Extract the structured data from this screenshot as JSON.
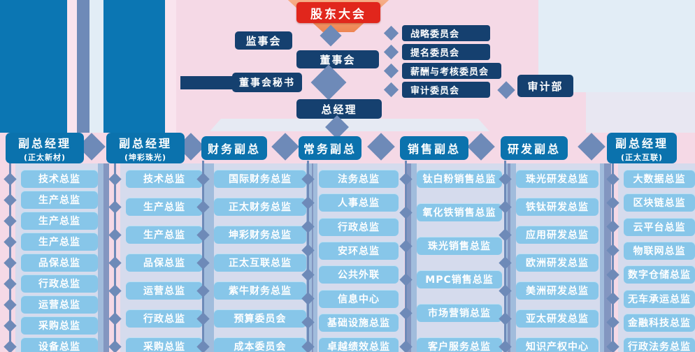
{
  "colors": {
    "red": "#e1261c",
    "orange": "#ee8552",
    "orange_light": "#f6ae88",
    "navy": "#15406f",
    "blue": "#0b72ad",
    "item_blue": "#87c6e9",
    "slate": "#6e8ab8",
    "bg_pink": "#f5d9e6",
    "bg_pink_light": "#f9e4ee",
    "bg_blue_strong": "#0b76b3",
    "bg_pale": "#e2edf6",
    "bg_band": "#b9ddf2"
  },
  "top": {
    "shareholders": "股东大会",
    "supervisory_board": "监事会",
    "board": "董事会",
    "board_secretary": "董事会秘书",
    "general_manager": "总经理",
    "committees": [
      "战略委员会",
      "提名委员会",
      "薪酬与考核委员会",
      "审计委员会"
    ],
    "audit_dept": "审计部"
  },
  "columns": [
    {
      "title": "副总经理",
      "subtitle": "(正太新材)",
      "items": [
        "技术总监",
        "生产总监",
        "生产总监",
        "生产总监",
        "品保总监",
        "行政总监",
        "运营总监",
        "采购总监",
        "设备总监"
      ]
    },
    {
      "title": "副总经理",
      "subtitle": "(坤彩珠光)",
      "items": [
        "技术总监",
        "生产总监",
        "生产总监",
        "品保总监",
        "运营总监",
        "行政总监",
        "采购总监"
      ]
    },
    {
      "title": "财务副总",
      "subtitle": "",
      "items": [
        "国际财务总监",
        "正太财务总监",
        "坤彩财务总监",
        "正太互联总监",
        "紫牛财务总监",
        "预算委员会",
        "成本委员会"
      ]
    },
    {
      "title": "常务副总",
      "subtitle": "",
      "items": [
        "法务总监",
        "人事总监",
        "行政总监",
        "安环总监",
        "公共外联",
        "信息中心",
        "基础设施总监",
        "卓越绩效总监"
      ]
    },
    {
      "title": "销售副总",
      "subtitle": "",
      "items": [
        "钛白粉销售总监",
        "氧化铁销售总监",
        "珠光销售总监",
        "MPC销售总监",
        "市场营销总监",
        "客户服务总监"
      ]
    },
    {
      "title": "研发副总",
      "subtitle": "",
      "items": [
        "珠光研发总监",
        "铁钛研发总监",
        "应用研发总监",
        "欧洲研发总监",
        "美洲研发总监",
        "亚太研发总监",
        "知识产权中心"
      ]
    },
    {
      "title": "副总经理",
      "subtitle": "(正太互联)",
      "items": [
        "大数据总监",
        "区块链总监",
        "云平台总监",
        "物联网总监",
        "数字仓储总监",
        "无车承运总监",
        "金融科技总监",
        "行政法务总监"
      ]
    }
  ]
}
